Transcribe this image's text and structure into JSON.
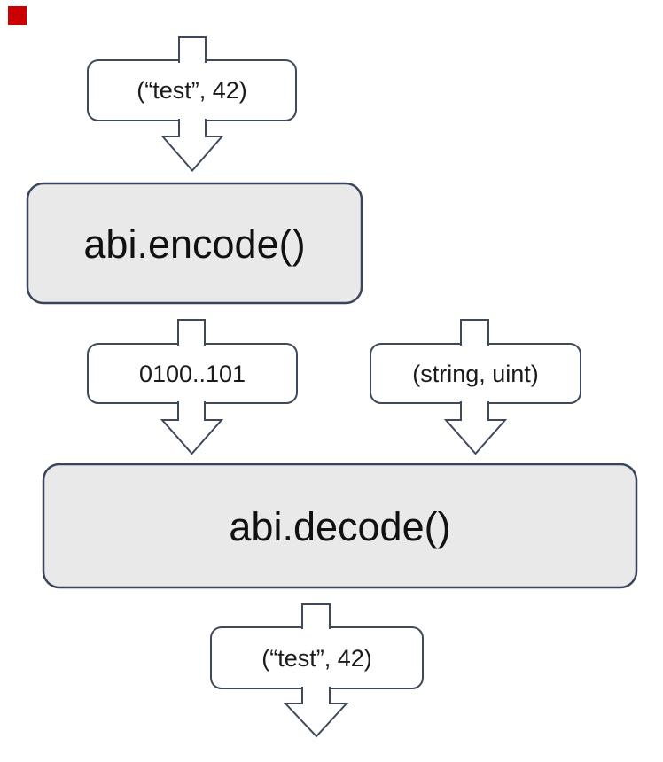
{
  "colors": {
    "background": "#ffffff",
    "stroke": "#3e4a5c",
    "process_fill": "#e9e9e9",
    "data_fill": "#ffffff",
    "text": "#1a1a1a",
    "marker_red": "#cc0000"
  },
  "diagram": {
    "type": "flowchart",
    "nodes": [
      {
        "id": "input",
        "kind": "data",
        "label": "(“test”, 42)"
      },
      {
        "id": "encode",
        "kind": "process",
        "label": "abi.encode()"
      },
      {
        "id": "encoded-bytes",
        "kind": "data",
        "label": "0100..101"
      },
      {
        "id": "type-spec",
        "kind": "data",
        "label": "(string, uint)"
      },
      {
        "id": "decode",
        "kind": "process",
        "label": "abi.decode()"
      },
      {
        "id": "output",
        "kind": "data",
        "label": "(“test”, 42)"
      }
    ],
    "edges": [
      {
        "from": "start",
        "to": "input"
      },
      {
        "from": "input",
        "to": "encode"
      },
      {
        "from": "encode",
        "to": "encoded-bytes"
      },
      {
        "from": "encoded-bytes",
        "to": "decode"
      },
      {
        "from": "type-spec",
        "to": "decode"
      },
      {
        "from": "decode",
        "to": "output"
      },
      {
        "from": "output",
        "to": "end"
      }
    ]
  }
}
